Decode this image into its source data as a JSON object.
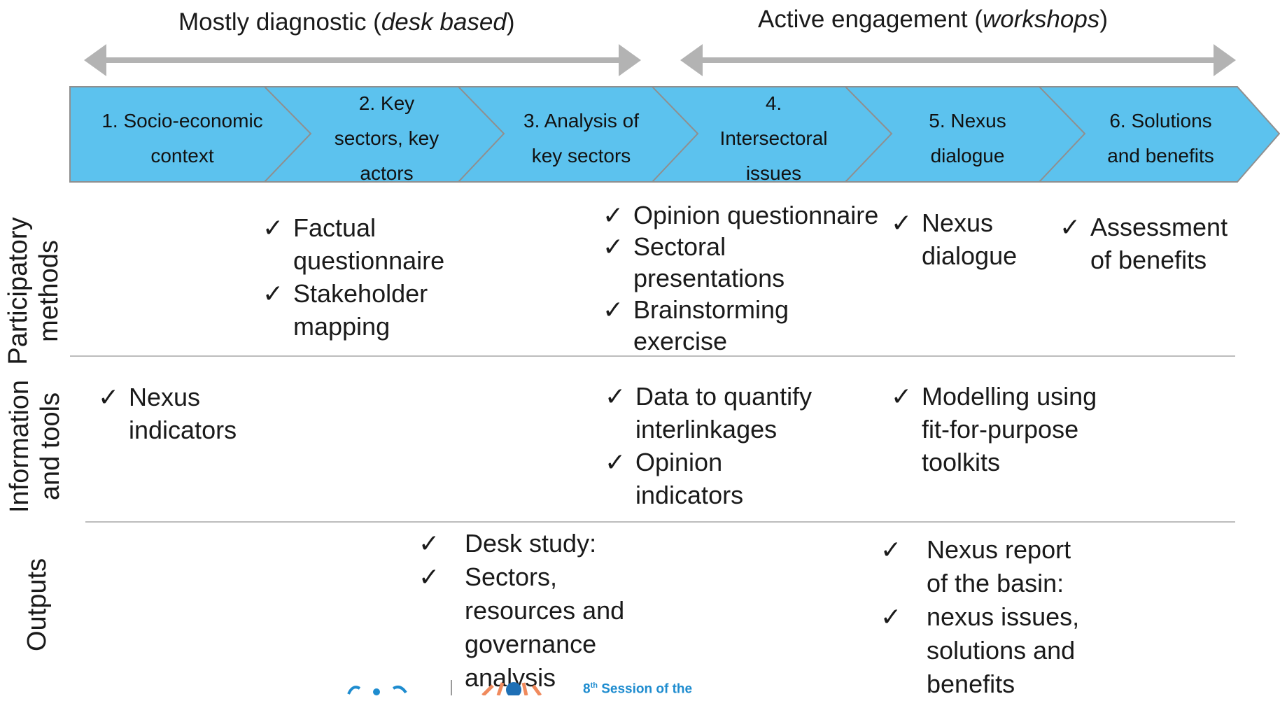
{
  "header": {
    "left_phase": {
      "text": "Mostly diagnostic (",
      "emph": "desk based",
      "close": ")"
    },
    "right_phase": {
      "text": "Active engagement (",
      "emph": "workshops",
      "close": ")"
    }
  },
  "steps": [
    {
      "lines": [
        "1. Socio-economic",
        "context"
      ]
    },
    {
      "lines": [
        "2. Key",
        "sectors, key",
        "actors"
      ]
    },
    {
      "lines": [
        "3. Analysis of",
        "key sectors"
      ]
    },
    {
      "lines": [
        "4.",
        "Intersectoral",
        "issues"
      ]
    },
    {
      "lines": [
        "5. Nexus",
        "dialogue"
      ]
    },
    {
      "lines": [
        "6. Solutions",
        "and benefits"
      ]
    }
  ],
  "rows": {
    "participatory": {
      "label_lines": [
        "Participatory",
        "methods"
      ]
    },
    "information": {
      "label_lines": [
        "Information",
        "and tools"
      ]
    },
    "outputs": {
      "label_lines": [
        "Outputs"
      ]
    }
  },
  "participatory_methods": {
    "col2": [
      [
        "Factual",
        "questionnaire"
      ],
      [
        "Stakeholder",
        "mapping"
      ]
    ],
    "col4": [
      [
        "Opinion questionnaire"
      ],
      [
        "Sectoral",
        "presentations"
      ],
      [
        "Brainstorming",
        "exercise"
      ]
    ],
    "col5": [
      [
        "Nexus",
        "dialogue"
      ]
    ],
    "col6": [
      [
        "Assessment",
        "of benefits"
      ]
    ]
  },
  "information_tools": {
    "col1": [
      [
        "Nexus",
        "indicators"
      ]
    ],
    "col4": [
      [
        "Data to quantify",
        "interlinkages"
      ],
      [
        "Opinion",
        "indicators"
      ]
    ],
    "col5": [
      [
        "Modelling using",
        "fit-for-purpose",
        "toolkits"
      ]
    ]
  },
  "outputs": {
    "col3": [
      [
        "Desk study:"
      ],
      [
        "Sectors,",
        "resources and",
        "governance",
        "analysis"
      ]
    ],
    "col5": [
      [
        "Nexus report",
        "of the basin:"
      ],
      [
        "nexus issues,",
        "solutions and",
        "benefits"
      ]
    ]
  },
  "check_symbol": "✓",
  "footer_logo": {
    "sup": "th",
    "num": "8",
    "text": " Session of the"
  },
  "colors": {
    "chevron_fill": "#5cc2ee",
    "chevron_stroke": "#8f8f8f",
    "arrow": "#b3b3b3",
    "divider": "#bdbdbd"
  }
}
